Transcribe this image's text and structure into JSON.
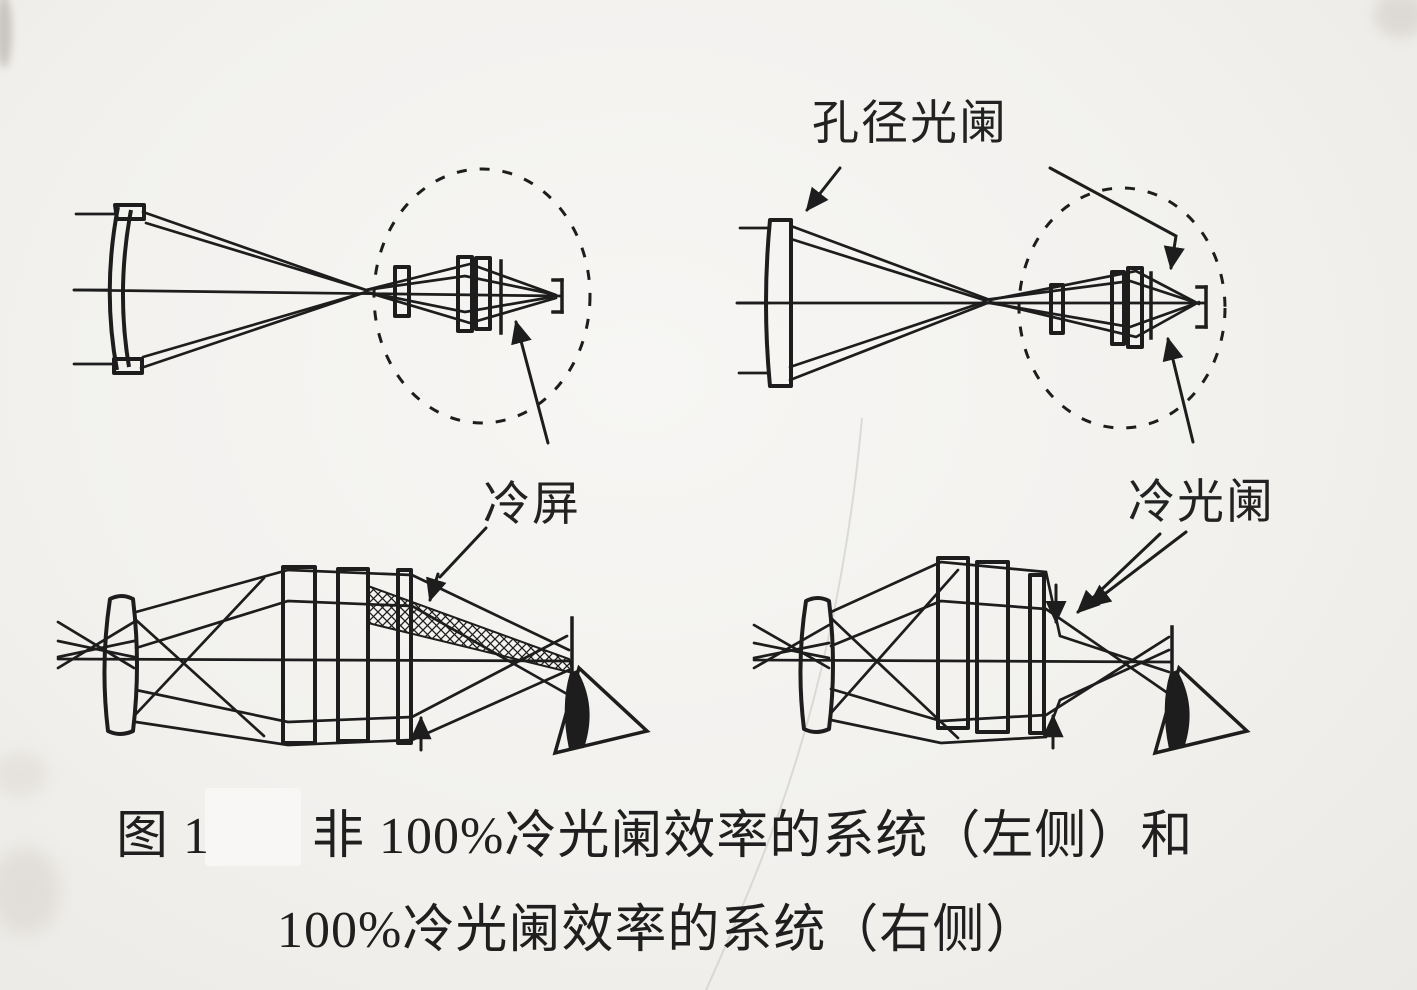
{
  "colors": {
    "ink": "#1d1d1d",
    "paper": "#f2f1ee"
  },
  "labels": {
    "aperture_stop": "孔径光阑",
    "cold_shield": "冷屏",
    "cold_stop": "冷光阑"
  },
  "caption": {
    "figure_number": "图 1",
    "line1": "非 100%冷光阑效率的系统（左侧）和",
    "line2": "100%冷光阑效率的系统（右侧）"
  }
}
